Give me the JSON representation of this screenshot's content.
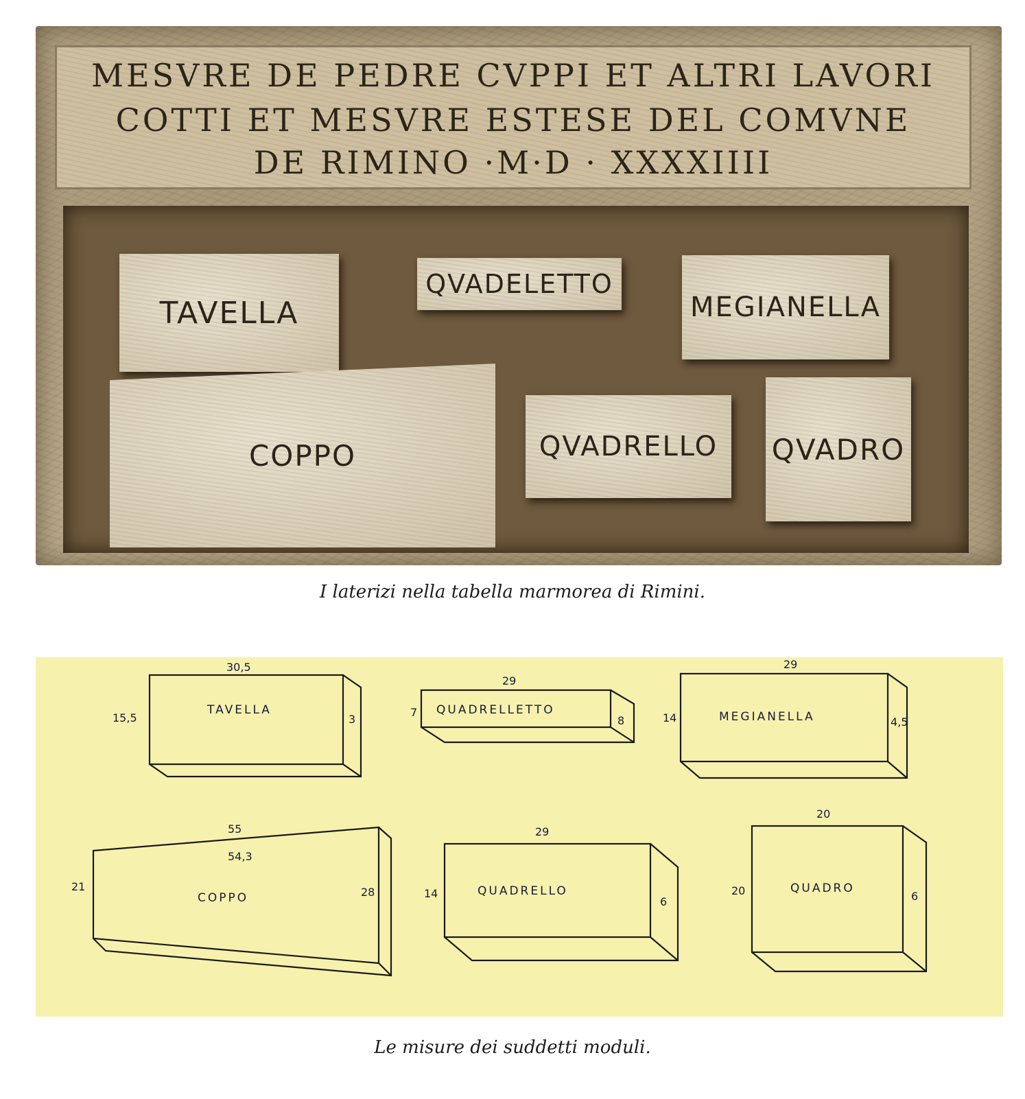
{
  "photo": {
    "inscription": [
      "MESVRE DE PEDRE CVPPI ET ALTRI LAVORI",
      "COTTI ET MESVRE ESTESE DEL COMVNE",
      "DE RIMINO ·M·D · XXXXIIII"
    ],
    "stones": {
      "tavella": "TAVELLA",
      "quadreletto": "QVADELETTO",
      "megianella": "MEGIANELLA",
      "coppo": "COPPO",
      "quadrello": "QVADRELLO",
      "quadro": "QVADRO"
    }
  },
  "caption_1": "I laterizi nella tabella marmorea di Rimini.",
  "drawing": {
    "tavella": {
      "name": "TAVELLA",
      "top": "30,5",
      "left": "15,5",
      "right": "3"
    },
    "quadrelletto": {
      "name": "QUADRELLETTO",
      "top": "29",
      "left": "7",
      "right": "8"
    },
    "megianella": {
      "name": "MEGIANELLA",
      "top": "29",
      "left": "14",
      "right": "4,5"
    },
    "coppo": {
      "name": "COPPO",
      "top": "55",
      "inner": "54,3",
      "left": "21",
      "right": "28"
    },
    "quadrello": {
      "name": "QUADRELLO",
      "top": "29",
      "left": "14",
      "right": "6"
    },
    "quadro": {
      "name": "QUADRO",
      "top": "20",
      "left": "20",
      "right": "6"
    }
  },
  "caption_2": "Le misure dei suddetti moduli."
}
